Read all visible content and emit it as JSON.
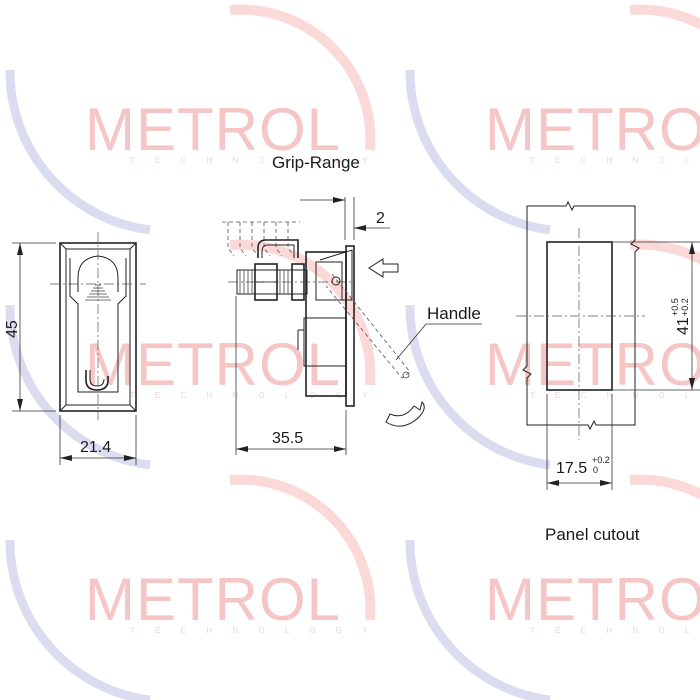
{
  "watermark": {
    "brand": "METROL",
    "tagline": "T E C H N O L O G Y"
  },
  "labels": {
    "grip_range": "Grip-Range",
    "handle": "Handle",
    "panel_cutout": "Panel cutout"
  },
  "dimensions": {
    "height": "45",
    "width": "21.4",
    "depth": "35.5",
    "offset": "2",
    "cutout_height": "41",
    "cutout_height_tol_upper": "+0.5",
    "cutout_height_tol_lower": "+0.2",
    "cutout_width": "17.5",
    "cutout_width_tol_upper": "+0.2",
    "cutout_width_tol_lower": "0"
  },
  "colors": {
    "watermark_text": "#f6c6c6",
    "watermark_arc_red": "#fbd9d9",
    "watermark_arc_blue": "#dcdcf0",
    "line": "#222222"
  }
}
